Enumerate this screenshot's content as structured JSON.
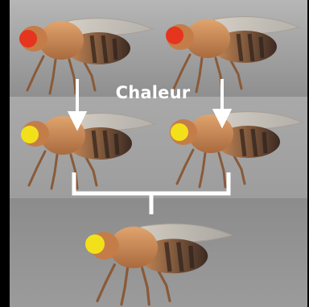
{
  "diagram": {
    "label": "Chaleur",
    "colors": {
      "background_frame": "#000000",
      "arrows": "#ffffff",
      "eye_red": "#e5351f",
      "eye_yellow": "#f2e11a",
      "fly_body": "#c98a57"
    },
    "flies": [
      {
        "role": "parent",
        "eye": "red"
      },
      {
        "role": "parent",
        "eye": "red"
      },
      {
        "role": "heated",
        "eye": "yellow"
      },
      {
        "role": "heated",
        "eye": "yellow"
      },
      {
        "role": "offspring",
        "eye": "yellow"
      }
    ]
  }
}
